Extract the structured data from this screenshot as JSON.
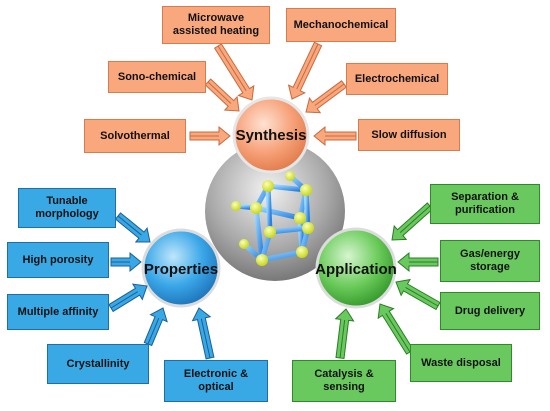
{
  "hubs": {
    "synthesis": "Synthesis",
    "properties": "Properties",
    "application": "Application"
  },
  "synthesis_methods": {
    "microwave": "Microwave assisted heating",
    "mechanochemical": "Mechanochemical",
    "sonochemical": "Sono-chemical",
    "electrochemical": "Electrochemical",
    "solvothermal": "Solvothermal",
    "slow_diffusion": "Slow diffusion"
  },
  "properties": {
    "tunable": "Tunable morphology",
    "porosity": "High porosity",
    "affinity": "Multiple affinity",
    "crystallinity": "Crystallinity",
    "electronic": "Electronic & optical"
  },
  "applications": {
    "separation": "Separation & purification",
    "gas": "Gas/energy storage",
    "drug": "Drug delivery",
    "waste": "Waste disposal",
    "catalysis": "Catalysis & sensing"
  },
  "colors": {
    "synthesis": "#f9a77c",
    "properties": "#38a9e4",
    "application": "#69c95e",
    "center": "#9a9a9a",
    "node": "#e6f52a"
  }
}
